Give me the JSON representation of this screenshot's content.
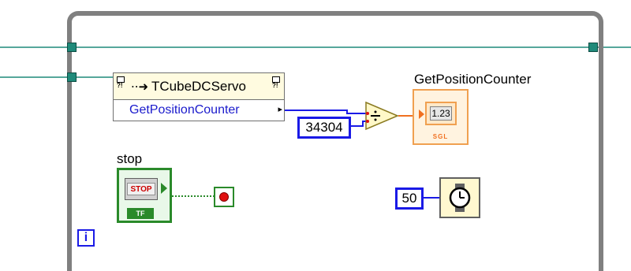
{
  "diagram": {
    "property_node": {
      "class_name": "TCubeDCServo",
      "property": "GetPositionCounter"
    },
    "divisor_constant": "34304",
    "indicator": {
      "label": "GetPositionCounter",
      "display": "1.23",
      "type_label": "SGL"
    },
    "stop_control": {
      "label": "stop",
      "button_text": "STOP",
      "type_label": "TF"
    },
    "wait_constant": "50",
    "iteration_terminal": "i",
    "colors": {
      "loop_frame": "#808080",
      "numeric_wire": "#1a1ae6",
      "float_wire": "#f07020",
      "boolean_wire": "#2a8a2a",
      "ref_wire": "#1f8a7a"
    },
    "icons": {
      "divide": "divide-icon",
      "wait": "wait-ms-icon",
      "stop_condition": "stop-if-true-icon"
    }
  }
}
